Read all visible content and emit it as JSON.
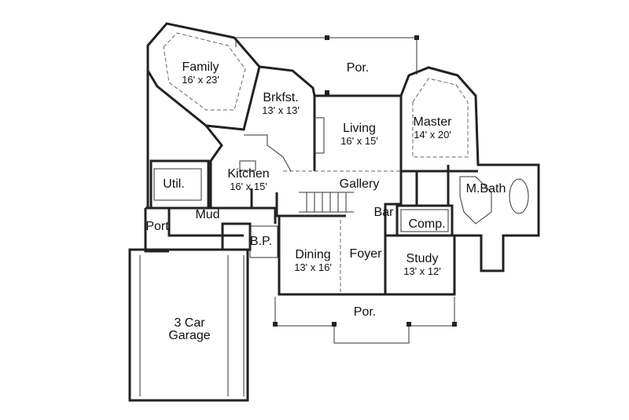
{
  "rooms": {
    "family": {
      "name": "Family",
      "size": "16' x 23'"
    },
    "porch_rear": {
      "name": "Por."
    },
    "brkfst": {
      "name": "Brkfst.",
      "size": "13' x 13'"
    },
    "living": {
      "name": "Living",
      "size": "16' x 15'"
    },
    "master": {
      "name": "Master",
      "size": "14' x 20'"
    },
    "kitchen": {
      "name": "Kitchen",
      "size": "16' x 15'"
    },
    "util": {
      "name": "Util."
    },
    "gallery": {
      "name": "Gallery"
    },
    "mbath": {
      "name": "M.Bath"
    },
    "mud": {
      "name": "Mud"
    },
    "bar": {
      "name": "Bar"
    },
    "comp": {
      "name": "Comp."
    },
    "port": {
      "name": "Port"
    },
    "bp": {
      "name": "B.P."
    },
    "dining": {
      "name": "Dining",
      "size": "13' x 16'"
    },
    "foyer": {
      "name": "Foyer"
    },
    "study": {
      "name": "Study",
      "size": "13' x 12'"
    },
    "porch_front": {
      "name": "Por."
    },
    "garage": {
      "name": "3 Car",
      "name2": "Garage"
    }
  }
}
